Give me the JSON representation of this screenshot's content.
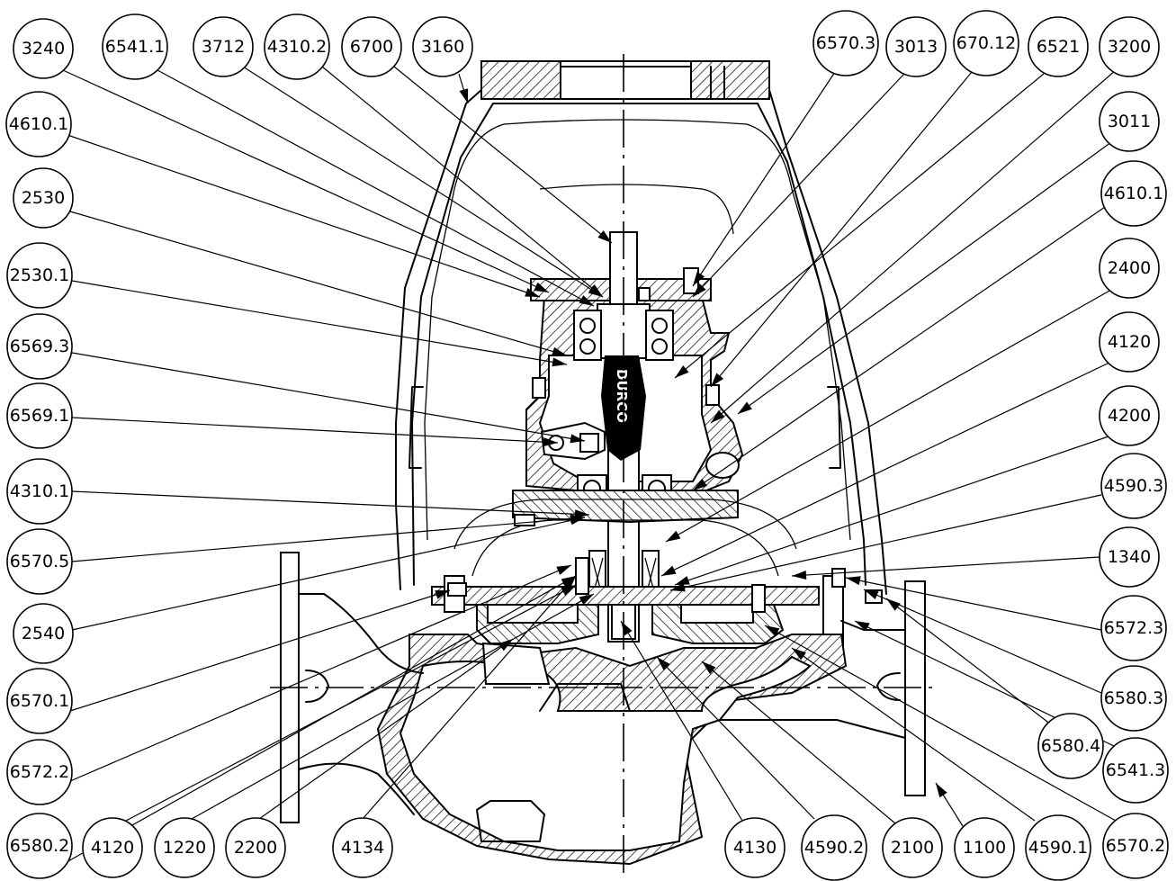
{
  "drawing": {
    "type": "sectional assembly drawing",
    "impeller_stamp": "DURCO",
    "callouts_left": [
      "3240",
      "4610.1",
      "2530",
      "2530.1",
      "6569.3",
      "6569.1",
      "4310.1",
      "6570.5",
      "2540",
      "6570.1",
      "6572.2",
      "6580.2"
    ],
    "callouts_top": [
      "6541.1",
      "3712",
      "4310.2",
      "6700",
      "3160",
      "6570.3",
      "3013",
      "670.12",
      "6521",
      "3200"
    ],
    "callouts_right": [
      "3011",
      "4610.1",
      "2400",
      "4120",
      "4200",
      "4590.3",
      "1340",
      "6572.3",
      "6580.3",
      "6580.4",
      "6541.3",
      "6570.2"
    ],
    "callouts_bottom": [
      "4120",
      "1220",
      "2200",
      "4134",
      "4130",
      "4590.2",
      "2100",
      "1100",
      "4590.1"
    ]
  }
}
